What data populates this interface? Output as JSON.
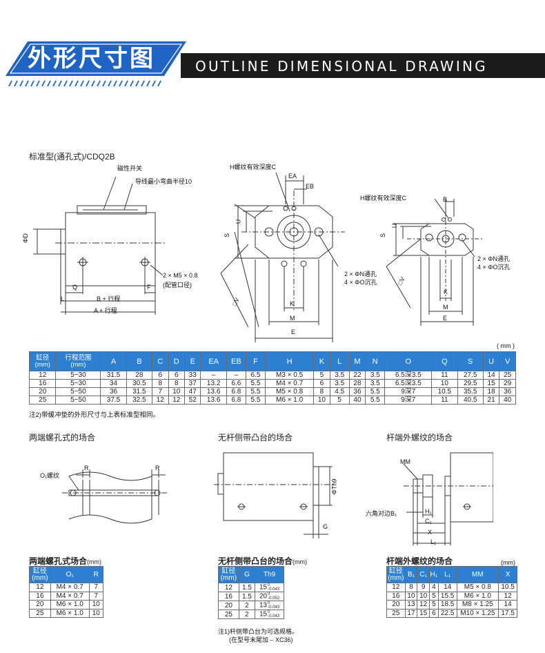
{
  "header": {
    "title_cn": "外形尺寸图",
    "title_en": "OUTLINE DIMENSIONAL DRAWING",
    "accent_color": "#1f64c4",
    "bar_color": "#1c1c1c"
  },
  "section": {
    "title": "标准型(通孔式)/CDQ2B"
  },
  "drawing1": {
    "switch_label": "磁性开关",
    "wire_label": "导线最小弯曲半径10",
    "port_label_1": "2 × M5 × 0.8",
    "port_label_2": "(配管口径)",
    "dims": {
      "phi_d": "ΦD",
      "q": "Q",
      "f": "F",
      "l": "L",
      "b_stroke": "B + 行程",
      "a_stroke": "A + 行程"
    }
  },
  "drawing2": {
    "h_thread": "H螺纹有效深度C",
    "ea": "EA",
    "eb": "EB",
    "u": "U",
    "s": "S",
    "k": "K",
    "m": "M",
    "e": "E",
    "v": "□V",
    "hole_1": "2 × ΦN通孔",
    "hole_2": "4 × ΦO沉孔"
  },
  "drawing3": {
    "h_thread": "H螺纹有效深度C",
    "b": "B",
    "u": "U",
    "s": "S",
    "k": "K",
    "m": "M",
    "e": "E",
    "v": "□V",
    "hole_1": "2 × ΦN通孔",
    "hole_2": "4 × ΦO沉孔"
  },
  "main_table": {
    "unit": "( mm )",
    "headers": [
      "缸径\n(mm)",
      "行程范围\n(mm)",
      "A",
      "B",
      "C",
      "D",
      "E",
      "EA",
      "EB",
      "F",
      "H",
      "K",
      "L",
      "M",
      "N",
      "O",
      "Q",
      "S",
      "U",
      "V"
    ],
    "rows": [
      [
        "12",
        "5~30",
        "31.5",
        "28",
        "6",
        "6",
        "33",
        "–",
        "–",
        "6.5",
        "M3 × 0.5",
        "5",
        "3.5",
        "22",
        "3.5",
        "6.5深3.5",
        "11",
        "27.5",
        "14",
        "25"
      ],
      [
        "16",
        "5~30",
        "34",
        "30.5",
        "8",
        "8",
        "37",
        "13.2",
        "6.6",
        "5.5",
        "M4 × 0.7",
        "6",
        "3.5",
        "28",
        "3.5",
        "6.5深3.5",
        "10",
        "29.5",
        "15",
        "29"
      ],
      [
        "20",
        "5~50",
        "36",
        "31.5",
        "7",
        "10",
        "47",
        "13.6",
        "6.8",
        "5.5",
        "M5 × 0.8",
        "8",
        "4.5",
        "36",
        "5.5",
        "9深7",
        "10.5",
        "35.5",
        "18",
        "36"
      ],
      [
        "25",
        "5~50",
        "37.5",
        "32.5",
        "12",
        "12",
        "52",
        "13.6",
        "6.8",
        "5.5",
        "M6 × 1.0",
        "10",
        "5",
        "40",
        "5.5",
        "9深7",
        "11",
        "40.5",
        "21",
        "40"
      ]
    ],
    "note": "注2)带缓冲垫的外形尺寸与上表标准型相同。"
  },
  "variants": {
    "both_ends": {
      "title": "两端螺孔式的场合",
      "o1_label": "O₁螺纹",
      "r": "R",
      "table_title": "两端螺孔式场合",
      "table_unit": "(mm)",
      "headers": [
        "缸径\n(mm)",
        "O₁",
        "R"
      ],
      "rows": [
        [
          "12",
          "M4 × 0.7",
          "7"
        ],
        [
          "16",
          "M4 × 0.7",
          "7"
        ],
        [
          "20",
          "M6 × 1.0",
          "10"
        ],
        [
          "25",
          "M6 × 1.0",
          "10"
        ]
      ]
    },
    "boss": {
      "title": "无杆侧带凸台的场合",
      "th9": "ΦTh9",
      "g": "G",
      "table_title": "无杆侧带凸台的场合",
      "table_unit": "(mm)",
      "headers": [
        "缸径\n(mm)",
        "G",
        "Th9"
      ],
      "rows": [
        [
          "12",
          "1.5",
          "15"
        ],
        [
          "16",
          "1.5",
          "20"
        ],
        [
          "20",
          "2",
          "13"
        ],
        [
          "25",
          "2",
          "15"
        ]
      ],
      "tolerance_upper": [
        "0",
        "0",
        "0",
        "0"
      ],
      "tolerance_lower": [
        "-0.043",
        "-0.052",
        "-0.043",
        "-0.043"
      ],
      "note_1": "注1)杆侧带凸台为可选规格。",
      "note_2": "(在型号末尾加 – XC36)"
    },
    "male_thread": {
      "title": "杆端外螺纹的场合",
      "mm": "MM",
      "hex_label": "六角对边B₁",
      "h1": "H₁",
      "c1": "C₁",
      "x": "X",
      "l1": "L₁",
      "table_title": "杆端外螺纹的场合",
      "table_unit": "(mm)",
      "headers": [
        "缸径\n(mm)",
        "B₁",
        "C₁",
        "H₁",
        "L₁",
        "MM",
        "X"
      ],
      "rows": [
        [
          "12",
          "8",
          "9",
          "4",
          "14",
          "M5 × 0.8",
          "10.5"
        ],
        [
          "16",
          "10",
          "10",
          "5",
          "15.5",
          "M6 × 1.0",
          "12"
        ],
        [
          "20",
          "13",
          "12",
          "5",
          "18.5",
          "M8 × 1.25",
          "14"
        ],
        [
          "25",
          "17",
          "15",
          "6",
          "22.5",
          "M10 × 1.25",
          "17.5"
        ]
      ]
    }
  }
}
